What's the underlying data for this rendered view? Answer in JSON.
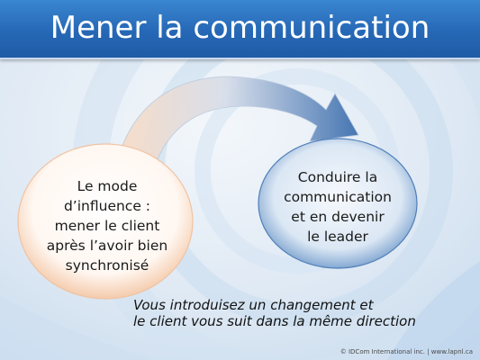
{
  "slide": {
    "title": "Mener la communication",
    "left_circle": {
      "lines": [
        "Le mode",
        "d’influence :",
        "mener le client",
        "après l’avoir bien",
        "synchronisé"
      ]
    },
    "right_circle": {
      "lines": [
        "Conduire la",
        "communication",
        "et en devenir",
        "le leader"
      ]
    },
    "caption": {
      "lines": [
        "Vous introduisez un changement et",
        "le client vous suit dans la  même direction"
      ]
    },
    "footer": "© IDCom International inc. | www.lapnl.ca",
    "colors": {
      "title_bar": "#2668b6",
      "background": "#e4edf6",
      "left_circle_edge": "#f4c9a9",
      "right_circle_edge": "#4f7fb8",
      "arrow_start": "#f6d6be",
      "arrow_end": "#3d6fae"
    }
  }
}
